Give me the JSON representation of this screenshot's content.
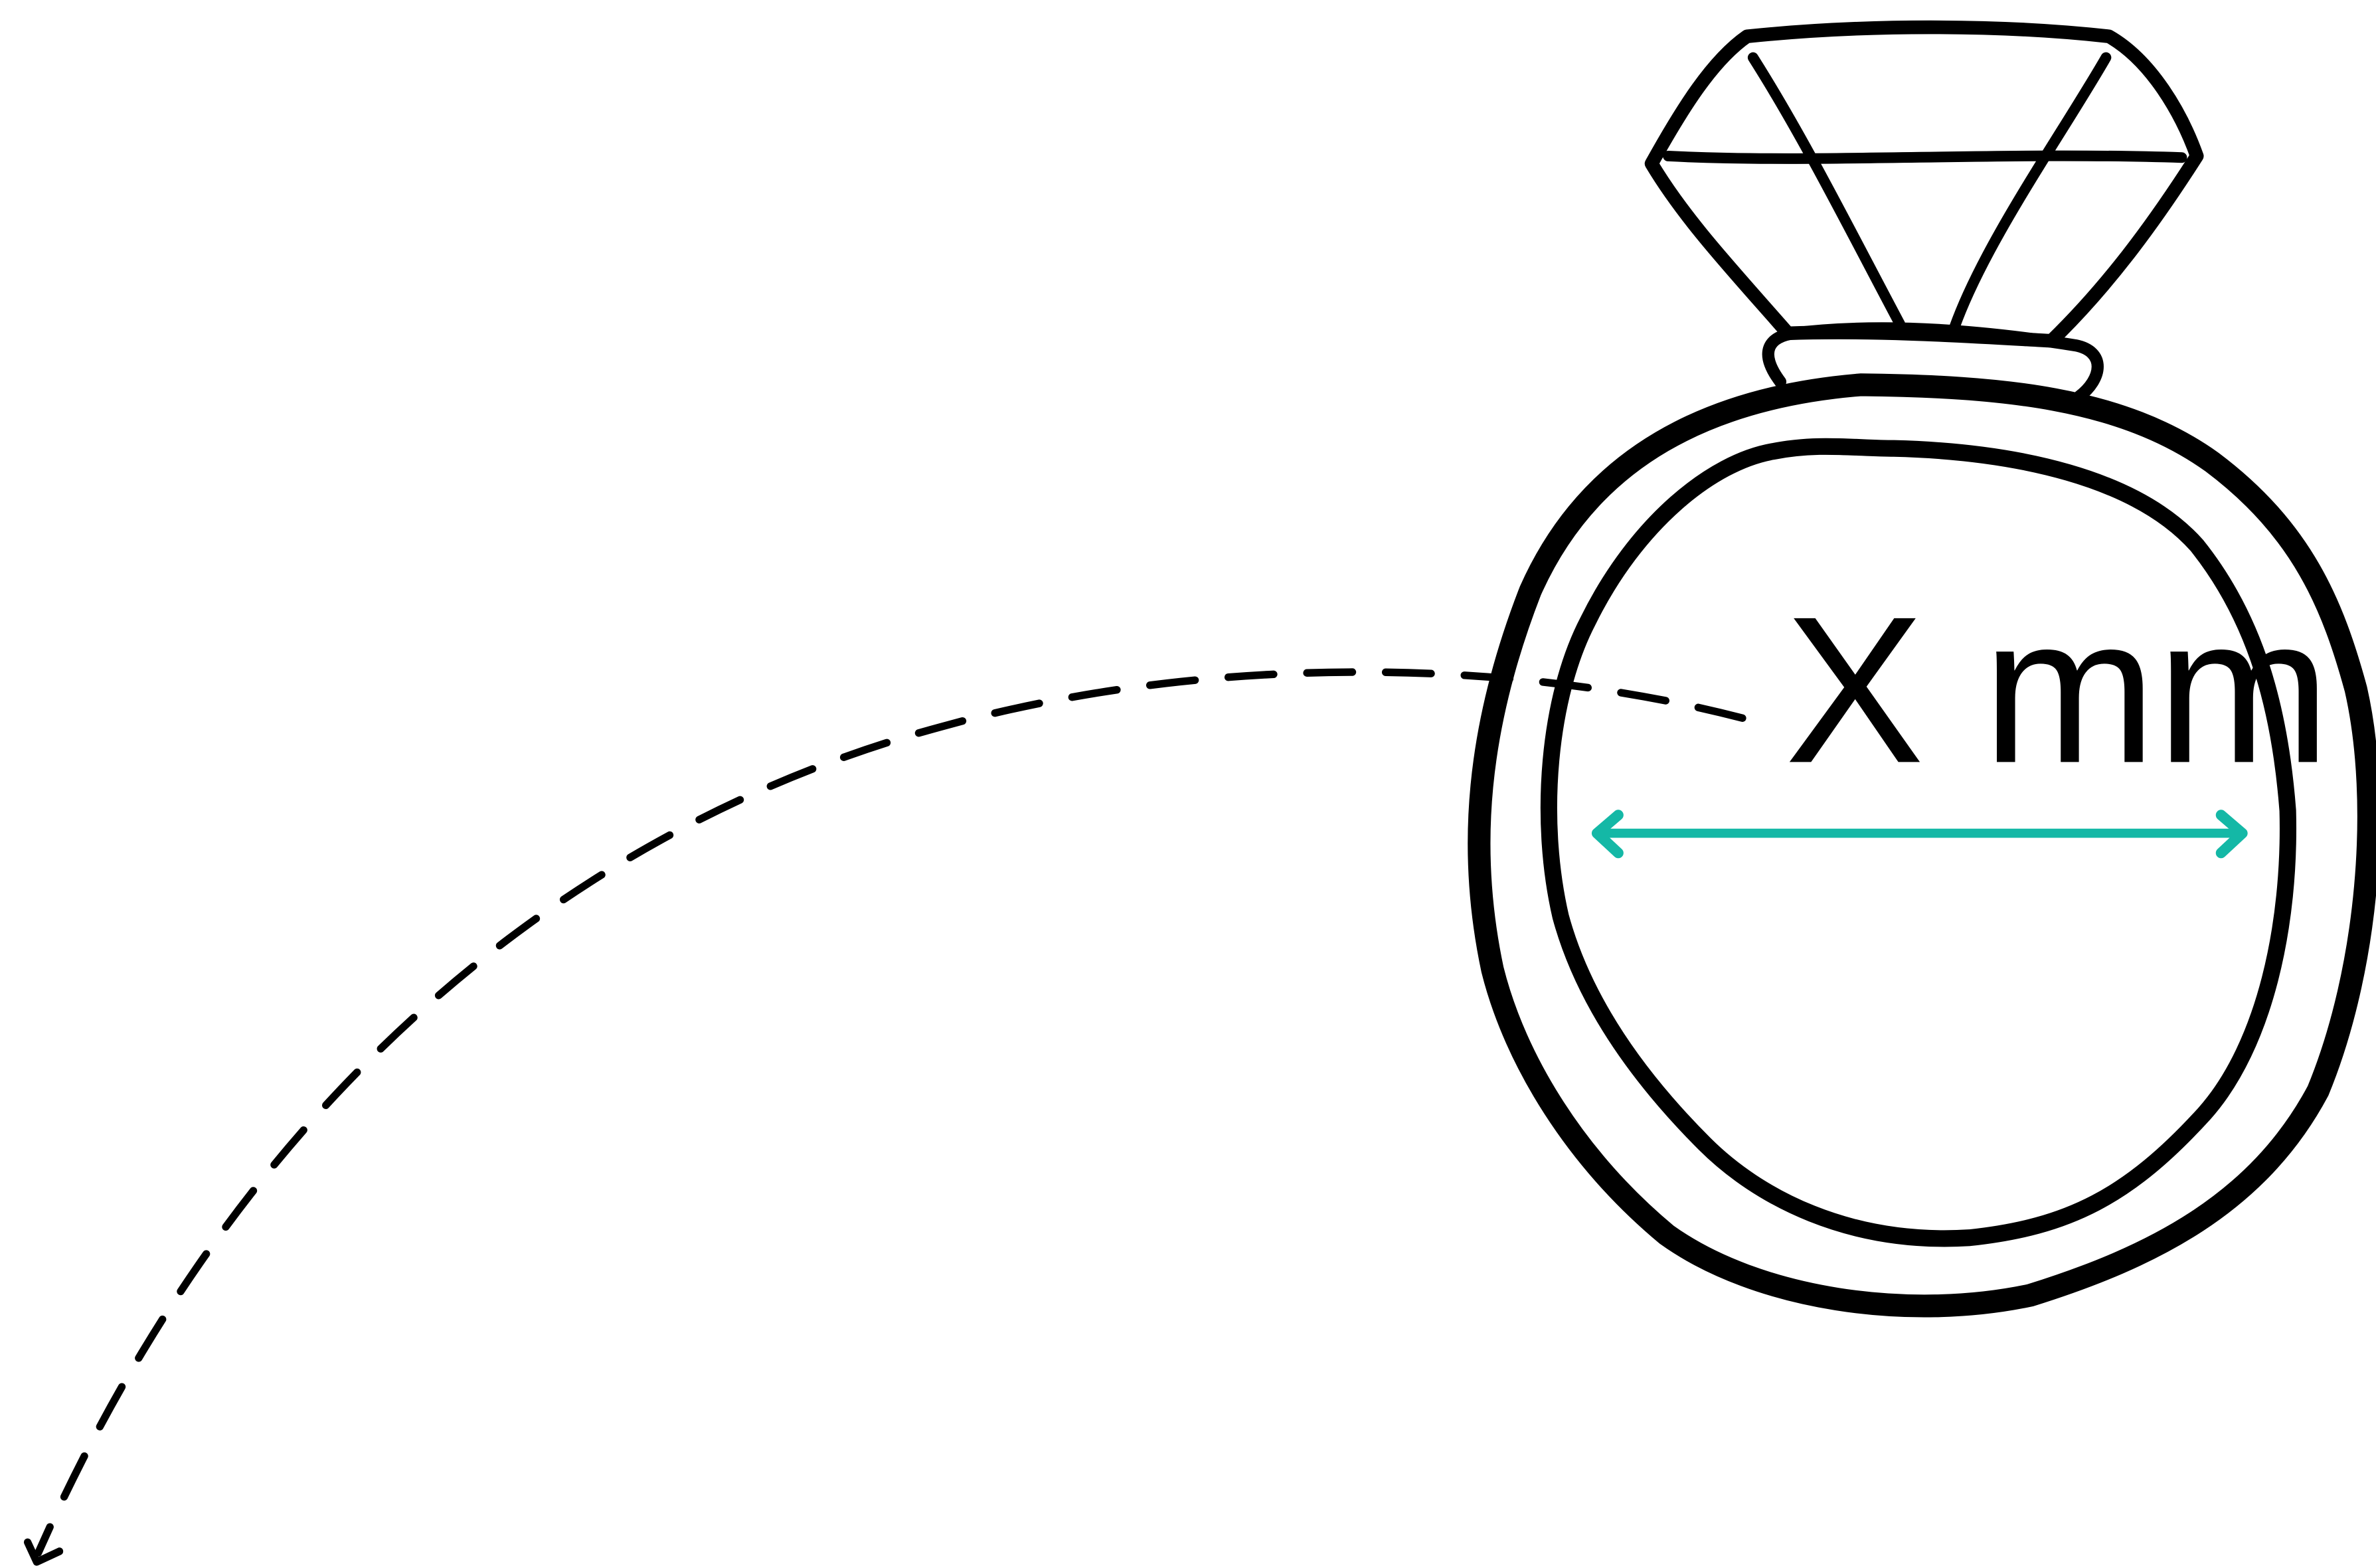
{
  "diagram": {
    "measurement_label": "X mm",
    "colors": {
      "ink": "#000000",
      "accent": "#14b8a6",
      "background": "#ffffff"
    },
    "icons": {
      "ring": "ring-with-gem-illustration",
      "path": "dashed-curved-arrow",
      "measure": "double-headed-arrow"
    }
  }
}
